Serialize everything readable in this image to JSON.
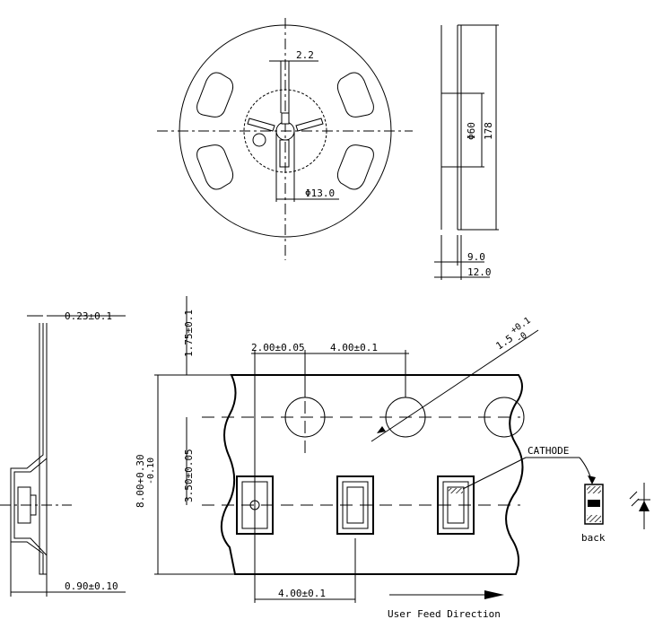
{
  "reel": {
    "dims": {
      "hub_slot": "2.2",
      "hub_dia": "Φ13.0",
      "hub_outer": "Φ60",
      "reel_dia": "178",
      "inner_width": "9.0",
      "outer_width": "12.0"
    }
  },
  "tape_side": {
    "dims": {
      "top_thickness": "0.23±0.1",
      "bottom_thickness": "0.90±0.10"
    }
  },
  "tape_top": {
    "dims": {
      "edge_to_hole": "1.75±0.1",
      "hole_to_pocket": "2.00±0.05",
      "hole_pitch": "4.00±0.1",
      "hole_dia": "1.5",
      "hole_dia_tol_plus": "+0.1",
      "hole_dia_tol_minus": "-0",
      "tape_width": "8.00+0.30",
      "tape_width_tol_minus": "-0.10",
      "hole_to_pocket_center": "3.50±0.05",
      "pocket_pitch": "4.00±0.1"
    },
    "labels": {
      "cathode": "CATHODE",
      "back": "back",
      "feed_direction": "User Feed Direction"
    }
  }
}
